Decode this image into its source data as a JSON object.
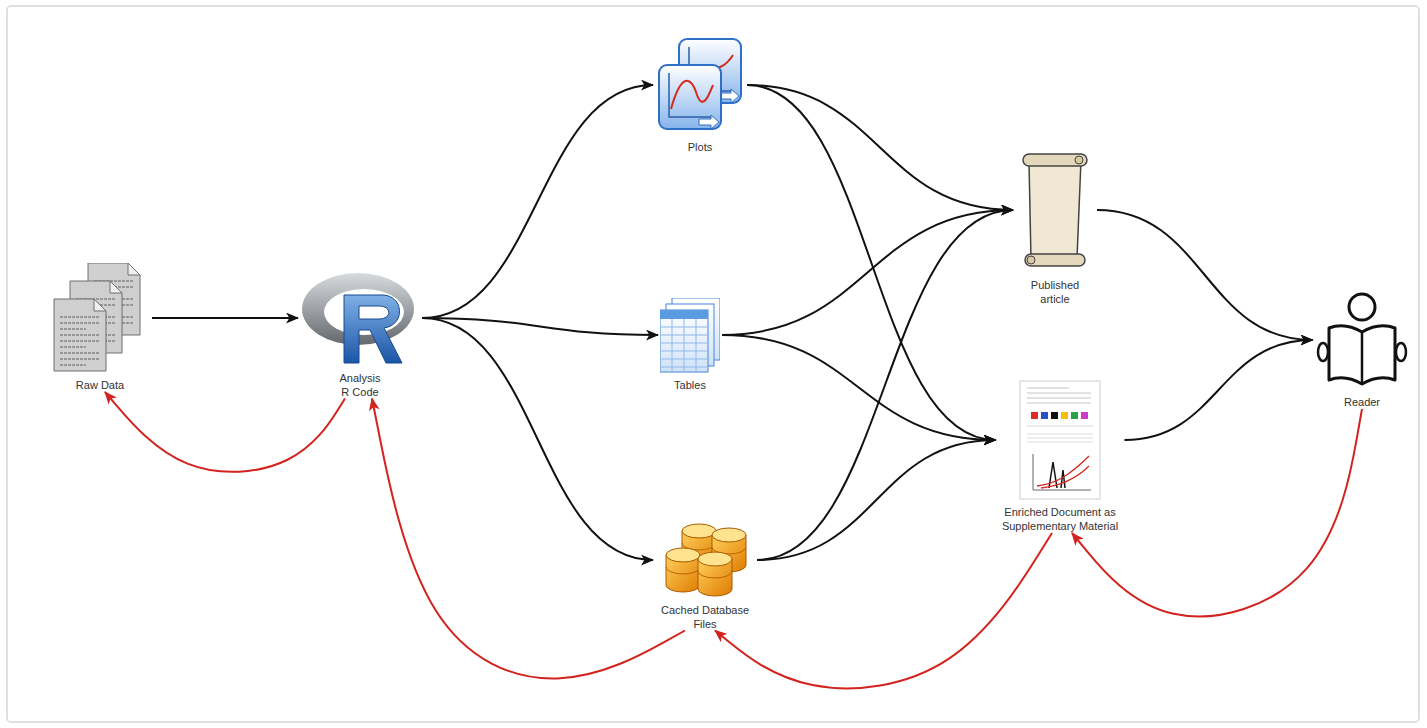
{
  "diagram": {
    "nodes": [
      {
        "text": [
          "Raw Data"
        ]
      },
      {
        "text": [
          "Analysis R Code"
        ]
      },
      {
        "text": [
          "Plots"
        ]
      },
      {
        "text": [
          "Tables"
        ]
      },
      {
        "text": [
          "Cached Database Files"
        ]
      },
      {
        "text": [
          "Published article"
        ]
      },
      {
        "text": [
          "Enriched Document as Supplementary Material"
        ]
      },
      {
        "text": [
          "Reader"
        ]
      }
    ],
    "edges": [
      {
        "from": 0,
        "to": 1,
        "arrow": "to"
      },
      {
        "from": 1,
        "to": 2,
        "arrow": "to"
      },
      {
        "from": 1,
        "to": 3,
        "arrow": "to"
      },
      {
        "from": 1,
        "to": 4,
        "arrow": "to"
      },
      {
        "from": 2,
        "to": 5,
        "arrow": "to"
      },
      {
        "from": 2,
        "to": 6,
        "arrow": "to"
      },
      {
        "from": 3,
        "to": 5,
        "arrow": "to"
      },
      {
        "from": 3,
        "to": 6,
        "arrow": "to"
      },
      {
        "from": 4,
        "to": 5,
        "arrow": "to"
      },
      {
        "from": 4,
        "to": 6,
        "arrow": "to"
      },
      {
        "from": 5,
        "to": 7,
        "arrow": "to"
      },
      {
        "from": 6,
        "to": 7,
        "arrow": "to"
      },
      {
        "from": 1,
        "to": 0,
        "arrow": "to"
      },
      {
        "from": 4,
        "to": 1,
        "arrow": "to"
      },
      {
        "from": 6,
        "to": 4,
        "arrow": "to"
      },
      {
        "from": 7,
        "to": 6,
        "arrow": "to"
      }
    ]
  }
}
